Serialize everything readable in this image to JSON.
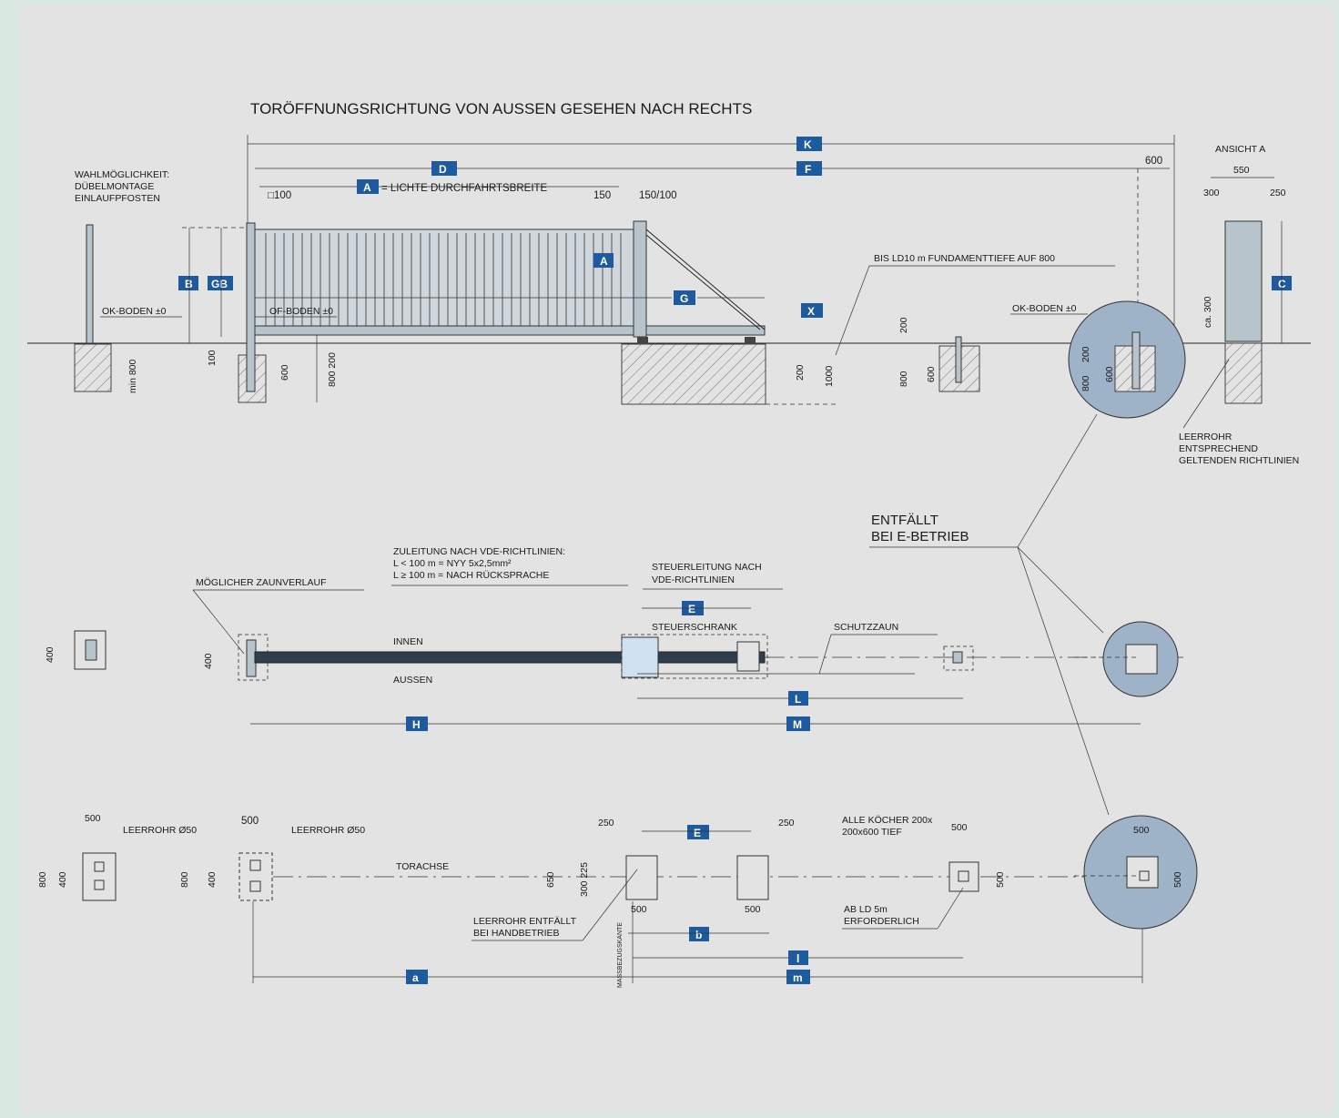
{
  "title": "TORÖFFNUNGSRICHTUNG VON AUSSEN GESEHEN NACH RECHTS",
  "side_note": [
    "WAHLMÖGLICHKEIT:",
    "DÜBELMONTAGE",
    "EINLAUFPFOSTEN"
  ],
  "view_a": "ANSICHT A",
  "badges": {
    "K": "K",
    "D": "D",
    "F": "F",
    "A": "A",
    "B": "B",
    "GB": "GB",
    "C": "C",
    "G": "G",
    "X": "X",
    "E": "E",
    "L": "L",
    "H": "H",
    "M": "M",
    "b": "b",
    "l": "l",
    "a": "a",
    "m": "m"
  },
  "labels": {
    "lichte": "= LICHTE DURCHFAHRTSBREITE",
    "sq100": "□100",
    "d150": "150",
    "d150_100": "150/100",
    "d600": "600",
    "d550": "550",
    "d300": "300",
    "d250": "250",
    "ok_boden": "OK-BODEN ±0",
    "of_boden": "OF-BODEN ±0",
    "min800": "min 800",
    "d100": "100",
    "d600v": "600",
    "d800_200": "800 200",
    "d200": "200",
    "d1000": "1000",
    "d800": "800",
    "fundament": "BIS LD10 m FUNDAMENTTIEFE AUF 800",
    "ca300": "ca. 300",
    "leerrohr_note": [
      "LEERROHR",
      "ENTSPRECHEND",
      "GELTENDEN RICHTLINIEN"
    ],
    "entfaellt": [
      "ENTFÄLLT",
      "BEI E-BETRIEB"
    ],
    "zuleitung": [
      "ZULEITUNG NACH VDE-RICHTLINIEN:",
      "L <  100 m = NYY 5x2,5mm²",
      "L ≥  100 m = NACH RÜCKSPRACHE"
    ],
    "steuerleitung": [
      "STEUERLEITUNG NACH",
      "VDE-RICHTLINIEN"
    ],
    "zaunverlauf": "MÖGLICHER ZAUNVERLAUF",
    "steuerschrank": "STEUERSCHRANK",
    "schutzzaun": "SCHUTZZAUN",
    "innen": "INNEN",
    "aussen": "AUSSEN",
    "d400": "400",
    "d500": "500",
    "leerrohr50": "LEERROHR Ø50",
    "torachse": "TORACHSE",
    "d650": "650",
    "d300_225": "300 225",
    "leerrohr_hand": [
      "LEERROHR ENTFÄLLT",
      "BEI HANDBETRIEB"
    ],
    "massbezug": "MASSBEZUGSKANTE",
    "koecher": [
      "ALLE KÖCHER 200x",
      "200x600 TIEF"
    ],
    "ab_ld": [
      "AB LD 5m",
      "ERFORDERLICH"
    ]
  },
  "colors": {
    "badge": "#1d5a9e",
    "sheet": "#e3e3e3",
    "border": "#d9e8e0",
    "detail_circle": "#9fb3c8"
  }
}
